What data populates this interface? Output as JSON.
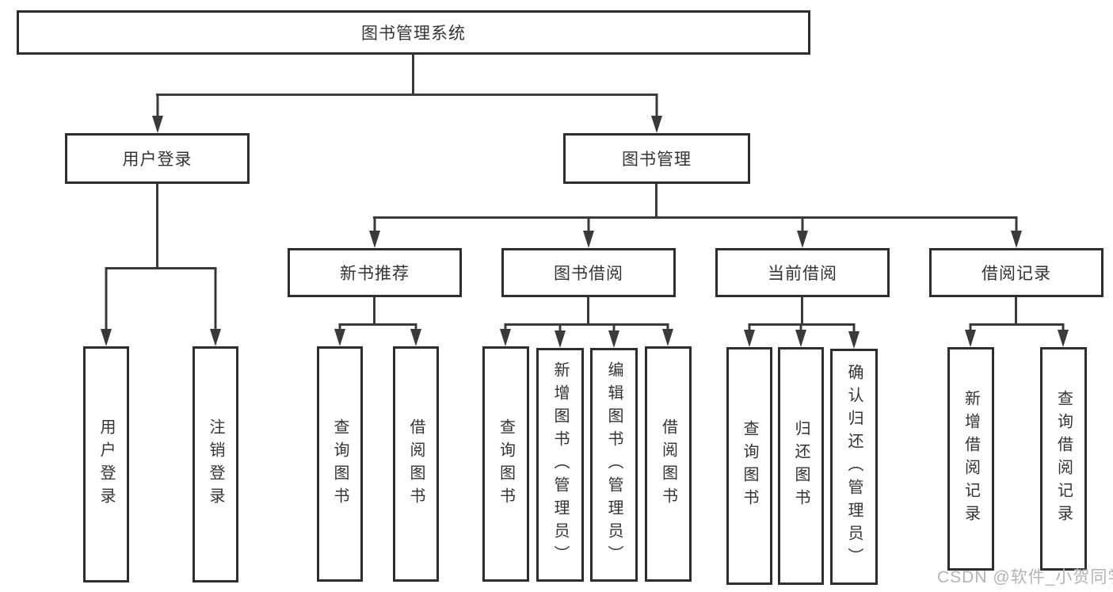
{
  "diagram": {
    "root": {
      "label": "图书管理系统",
      "children": [
        {
          "label": "用户登录",
          "children": [
            {
              "label": "用户登录"
            },
            {
              "label": "注销登录"
            }
          ]
        },
        {
          "label": "图书管理",
          "children": [
            {
              "label": "新书推荐",
              "children": [
                {
                  "label": "查询图书"
                },
                {
                  "label": "借阅图书"
                }
              ]
            },
            {
              "label": "图书借阅",
              "children": [
                {
                  "label": "查询图书"
                },
                {
                  "label": "新增图书（管理员）"
                },
                {
                  "label": "编辑图书（管理员）"
                },
                {
                  "label": "借阅图书"
                }
              ]
            },
            {
              "label": "当前借阅",
              "children": [
                {
                  "label": "查询图书"
                },
                {
                  "label": "归还图书"
                },
                {
                  "label": "确认归还（管理员）"
                }
              ]
            },
            {
              "label": "借阅记录",
              "children": [
                {
                  "label": "新增借阅记录"
                },
                {
                  "label": "查询借阅记录"
                }
              ]
            }
          ]
        }
      ]
    }
  },
  "colors": {
    "line": "#3a3a3a",
    "border": "#2e2e2e",
    "text": "#333333",
    "watermark": "#b3b3b3",
    "background": "#ffffff"
  },
  "watermark": {
    "text": "CSDN @软件_小贺同学"
  }
}
